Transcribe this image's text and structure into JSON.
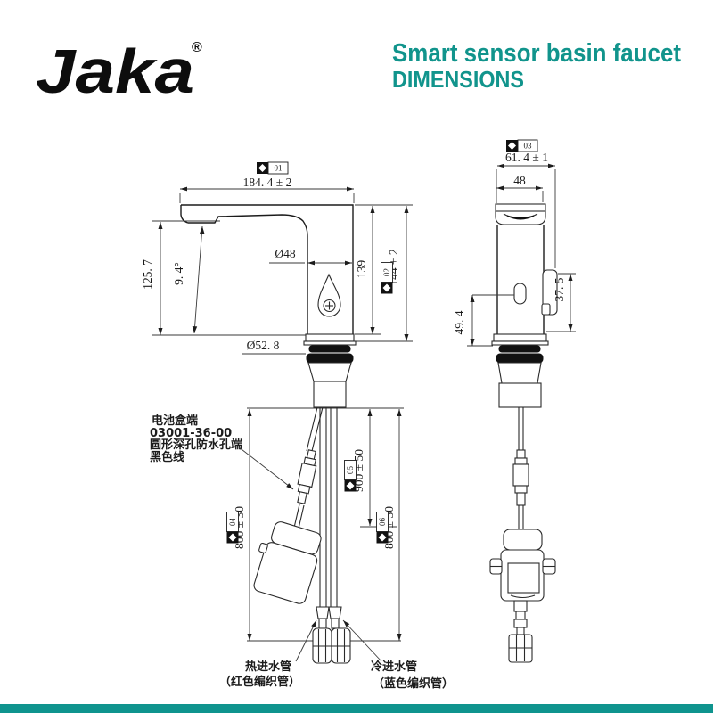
{
  "theme": {
    "accent_color": "#11948c",
    "footer_bar_color": "#0f948e",
    "line_color": "#2a2a2a"
  },
  "header": {
    "logo_text": "Jaka",
    "registered_mark": "®",
    "title": "Smart sensor basin faucet",
    "subtitle": "DIMENSIONS"
  },
  "front_view": {
    "callout_01": "01",
    "callout_02": "02",
    "dim_overall_width": "184. 4 ± 2",
    "dim_spout_height": "125. 7",
    "dim_spout_angle": "9. 4°",
    "dim_body_diameter": "Ø48",
    "dim_body_height": "139",
    "dim_overall_height": "144 ± 2",
    "dim_base_diameter": "Ø52. 8"
  },
  "side_view": {
    "callout_03": "03",
    "dim_overall_depth": "61. 4 ± 1",
    "dim_body_depth": "48",
    "dim_valve_height": "37. 5",
    "dim_sensor_height": "49. 4"
  },
  "hoses": {
    "callout_04": "04",
    "callout_05": "05",
    "callout_06": "06",
    "dim_hose_left": "800 ± 30",
    "dim_cable_length": "900 ± 50",
    "dim_hose_right": "800 ± 30",
    "battery_note": {
      "line1": "电池盒端",
      "line2": "03001-36-00",
      "line3": "圆形深孔防水孔端",
      "line4": "黑色线"
    },
    "hot_pipe": {
      "line1": "热进水管",
      "line2": "（红色编织管）"
    },
    "cold_pipe": {
      "line1": "冷进水管",
      "line2": "（蓝色编织管）"
    }
  }
}
